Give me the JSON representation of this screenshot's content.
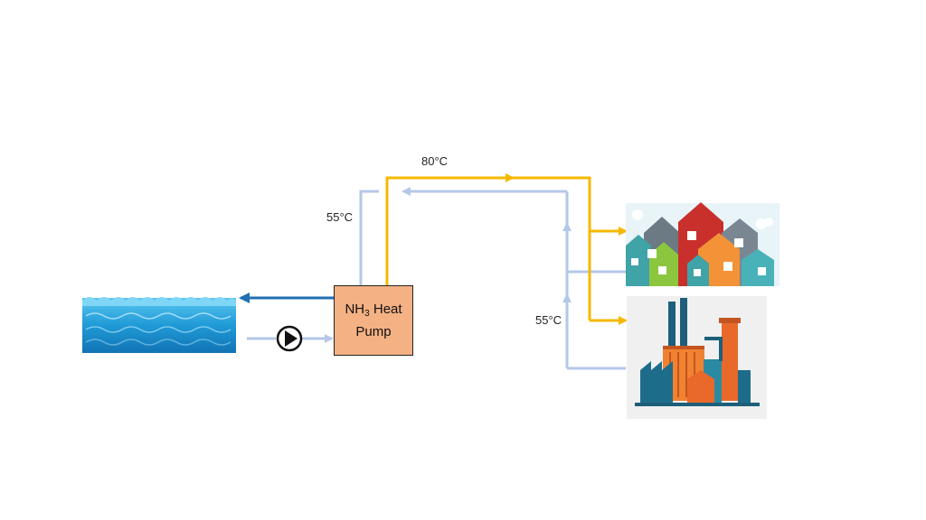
{
  "labels": {
    "supply_temp": "80°C",
    "return_temp_top": "55°C",
    "return_temp_right": "55°C"
  },
  "heat_pump": {
    "line1_prefix": "NH",
    "line1_sub": "3",
    "line1_suffix": " Heat",
    "line2": "Pump"
  },
  "colors": {
    "supply_line": "#f5b800",
    "return_line": "#b4c7e7",
    "sea_return": "#1f6fb2",
    "heat_pump_fill": "#f4b183",
    "water": "#2aa6e0"
  },
  "icons": [
    "sea-water-image",
    "pump-icon",
    "houses-image",
    "factory-image"
  ]
}
